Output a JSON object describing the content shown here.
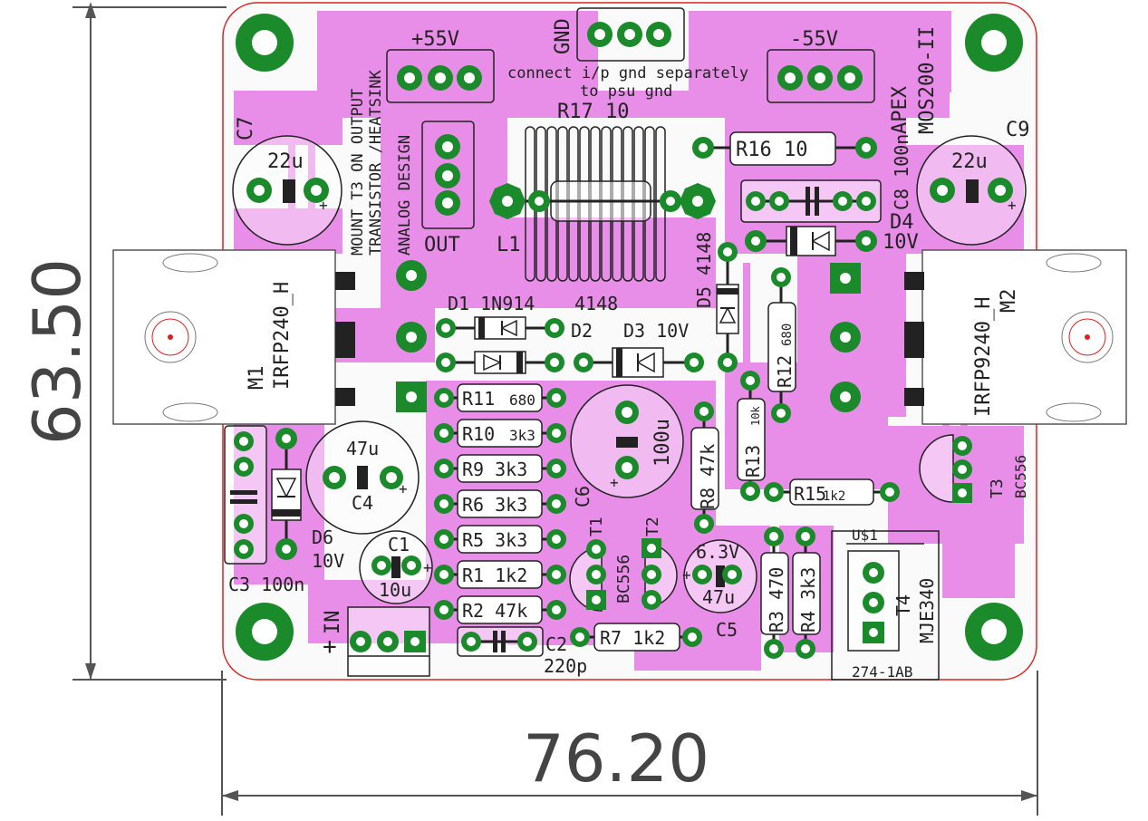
{
  "dimensions": {
    "width": "76.20",
    "height": "63.50"
  },
  "colors": {
    "copper": "#e88ee8",
    "pad": "#1a8a2a",
    "drill": "#ffffff",
    "edge": "#e02020",
    "silk": "#222222",
    "dim": "#444444"
  },
  "connectors": {
    "p55": "+55V",
    "m55": "-55V",
    "gnd": "GND",
    "out": "OUT",
    "in": "IN",
    "in_plus": "+"
  },
  "notes": {
    "gnd_note_1": "connect i/p gnd separately",
    "gnd_note_2": "to psu gnd",
    "mount_1": "MOUNT T3 ON OUTPUT",
    "mount_2": "TRANSISTOR /HEATSINK",
    "designer": "ANALOG DESIGN",
    "title_1": "APEX",
    "title_2": "MOS200-II"
  },
  "parts": {
    "r1": "R1 1k2",
    "r2": "R2 47k",
    "r3": "R3 470",
    "r4": "R4 3k3",
    "r5": "R5 3k3",
    "r6": "R6 3k3",
    "r7": "R7 1k2",
    "r8": "R8 47k",
    "r9": "R9 3k3",
    "r10": "R10",
    "r10v": "3k3",
    "r11": "R11",
    "r11v": "680",
    "r12": "R12",
    "r12v": "680",
    "r13": "R13",
    "r13v": "10k",
    "r15": "R15",
    "r15v": "1k2",
    "r16": "R16  10",
    "r17": "R17  10",
    "l1": "L1",
    "c1": "C1",
    "c1v": "10u",
    "c2": "C2",
    "c2v": "220p",
    "c3": "C3 100n",
    "c4": "C4",
    "c4v": "47u",
    "c5": "C5",
    "c5v": "47u",
    "c5volt": "6.3V",
    "c6": "C6",
    "c6v": "100u",
    "c7": "C7",
    "c7v": "22u",
    "c8": "C8 100n",
    "c9": "C9",
    "c9v": "22u",
    "d1": "D1 1N914",
    "d2": "4148",
    "d2n": "D2",
    "d3": "D3 10V",
    "d4": "D4",
    "d4v": "10V",
    "d5": "D5 4148",
    "d6": "D6",
    "d6v": "10V",
    "m1": "M1",
    "m1v": "IRFP240_H",
    "m2": "M2",
    "m2v": "IRFP9240_H",
    "t1": "T1",
    "t2": "T2",
    "t12v": "BC556",
    "t3": "T3",
    "t3v": "BC556",
    "t4": "T4",
    "t4v": "MJE340",
    "u1": "U$1",
    "heatsink": "274-1AB",
    "plus": "+"
  }
}
